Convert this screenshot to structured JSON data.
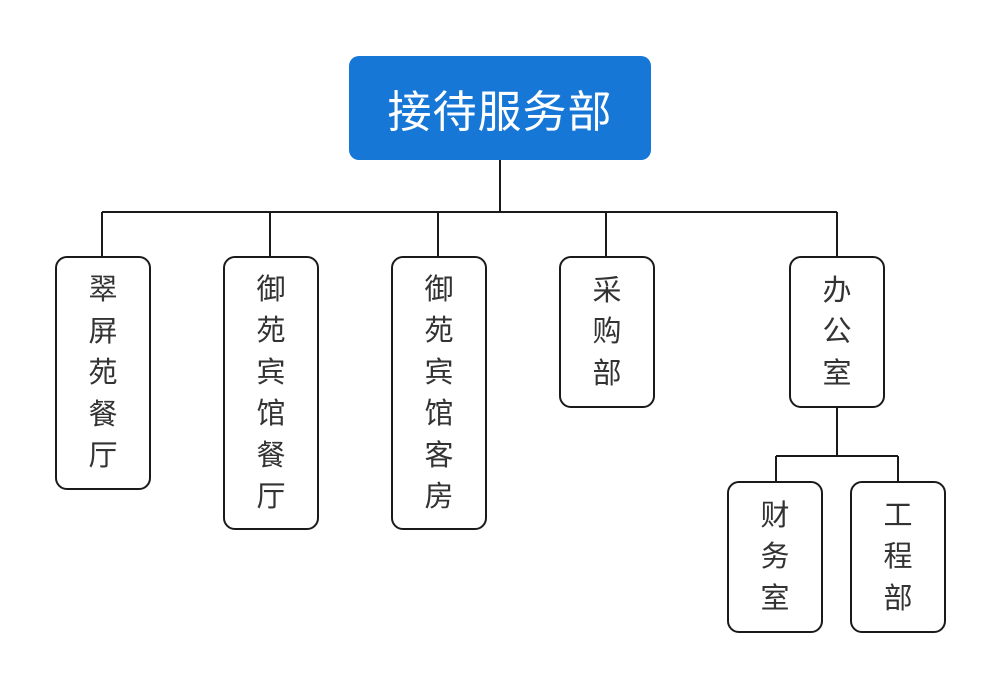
{
  "diagram": {
    "root": {
      "label": "接待服务部"
    },
    "departments": [
      {
        "id": "cuiping",
        "label": "翠屏苑餐厅"
      },
      {
        "id": "yuyuan_ct",
        "label": "御苑宾馆餐厅"
      },
      {
        "id": "yuyuan_kf",
        "label": "御苑宾馆客房"
      },
      {
        "id": "caigou",
        "label": "采购部"
      },
      {
        "id": "bangong",
        "label": "办公室",
        "children": [
          {
            "id": "caiwu",
            "label": "财务室"
          },
          {
            "id": "gongcheng",
            "label": "工程部"
          }
        ]
      }
    ],
    "colors": {
      "root_fill": "#1777d7",
      "root_text": "#ffffff",
      "line": "#1a1a1a",
      "node_text": "#333333"
    }
  }
}
